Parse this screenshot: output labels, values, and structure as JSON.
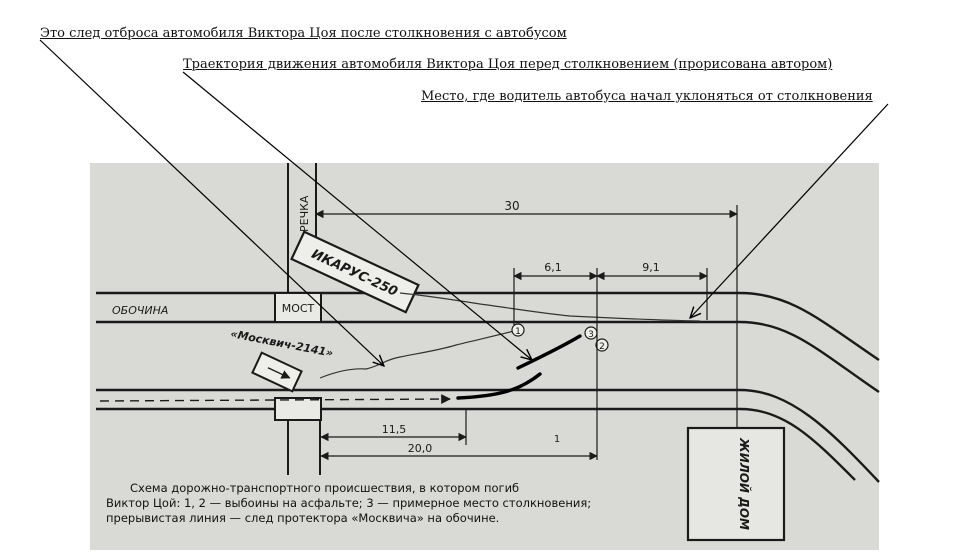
{
  "annotations": {
    "debris_trail": "Это след отброса автомобиля Виктора Цоя после столкновения с автобусом",
    "car_trajectory": "Траектория движения автомобиля Виктора Цоя перед столкновением (прорисована автором)",
    "bus_swerve_point": "Место, где водитель автобуса начал уклоняться от столкновения"
  },
  "diagram": {
    "river": "РЕЧКА",
    "bus": "ИКАРУС-250",
    "bridge": "МОСТ",
    "shoulder": "ОБОЧИНА",
    "car": "«Москвич-2141»",
    "house": "ЖИЛОЙ ДОМ",
    "dim_30": "30",
    "dim_6_1": "6,1",
    "dim_9_1": "9,1",
    "dim_11_5": "11,5",
    "dim_20_0": "20,0",
    "marker_1": "1",
    "marker_2": "2",
    "marker_3": "3",
    "lane_mark": "1"
  },
  "caption": {
    "line1": "Схема дорожно-транспортного происшествия, в котором погиб",
    "line2": "Виктор Цой: 1, 2 — выбоины на асфальте; 3 — примерное место столкновения; прерывистая линия — след протектора «Москвича» на обочине."
  },
  "colors": {
    "paper": "#d9d9d6",
    "ink": "#1a1a1a",
    "overlay_ink": "#000000"
  }
}
